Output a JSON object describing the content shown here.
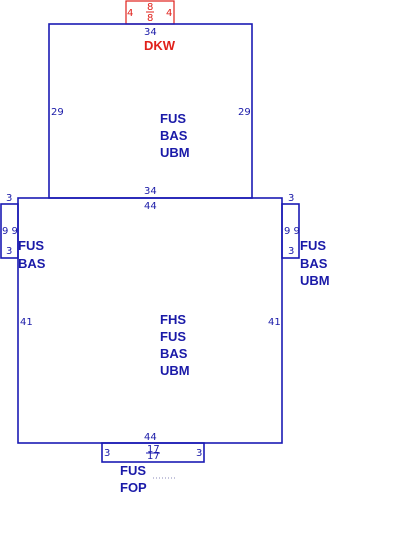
{
  "top_attachment": {
    "left_dim": "4",
    "right_dim": "4",
    "fraction_numerator": "8",
    "fraction_denominator": "8",
    "label": "DKW"
  },
  "upper_room": {
    "top_dim": "34",
    "left_dim": "29",
    "right_dim": "29",
    "bottom_dim": "34",
    "codes": [
      "FUS",
      "BAS",
      "UBM"
    ]
  },
  "main_room": {
    "top_dim": "44",
    "left_dim": "41",
    "right_dim": "41",
    "bottom_dim": "44",
    "codes": [
      "FHS",
      "FUS",
      "BAS",
      "UBM"
    ]
  },
  "left_bay": {
    "top_dim": "3",
    "side_dims": "9 9",
    "bottom_dim": "3",
    "codes": [
      "FUS",
      "BAS"
    ]
  },
  "right_bay": {
    "top_dim": "3",
    "side_dims": "9 9",
    "bottom_dim": "3",
    "codes": [
      "FUS",
      "BAS",
      "UBM"
    ]
  },
  "bottom_stoop": {
    "left_dim": "3",
    "right_dim": "3",
    "fraction_numerator": "17",
    "fraction_denominator": "17",
    "codes": [
      "FUS",
      "FOP"
    ]
  },
  "colors": {
    "line": "#1a1ab4",
    "text": "#1a1aa8",
    "accent": "#e0201a"
  }
}
